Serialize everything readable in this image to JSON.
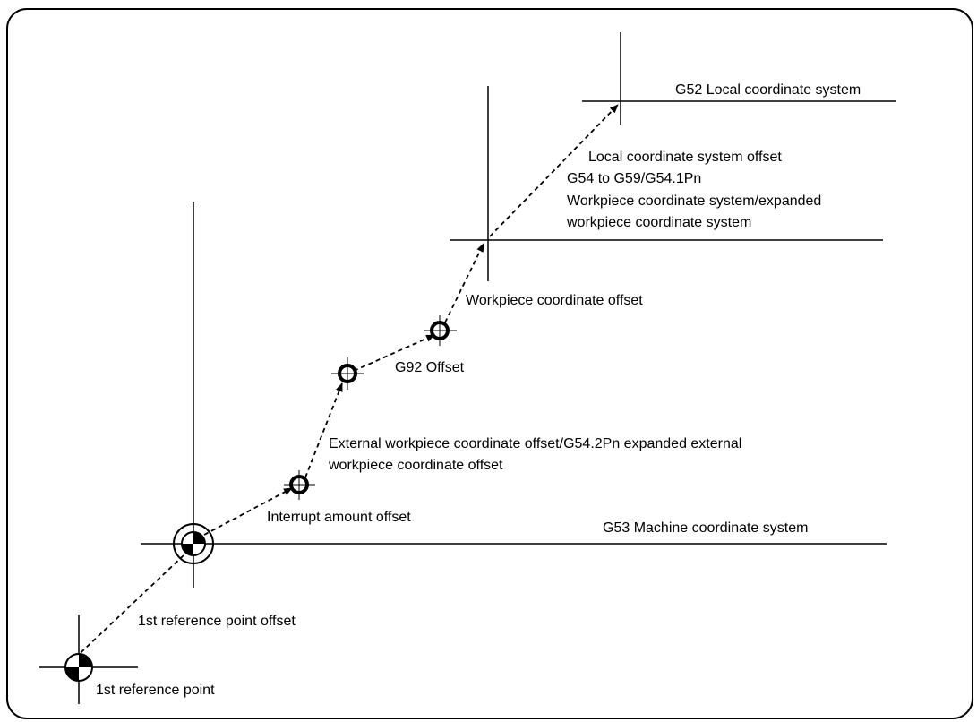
{
  "labels": {
    "local_system": "G52 Local coordinate system",
    "local_offset": "Local coordinate system offset",
    "g54_range": "G54 to G59/G54.1Pn",
    "workpiece_system_1": "Workpiece coordinate system/expanded",
    "workpiece_system_2": "workpiece coordinate system",
    "workpiece_offset": "Workpiece coordinate offset",
    "g92_offset": "G92 Offset",
    "external_offset_1": "External workpiece coordinate offset/G54.2Pn expanded external",
    "external_offset_2": "workpiece coordinate offset",
    "interrupt_offset": "Interrupt amount offset",
    "machine_system": "G53 Machine coordinate system",
    "ref_point_offset": "1st reference point offset",
    "ref_point": "1st reference point"
  },
  "colors": {
    "line": "#000000",
    "background": "#ffffff"
  }
}
